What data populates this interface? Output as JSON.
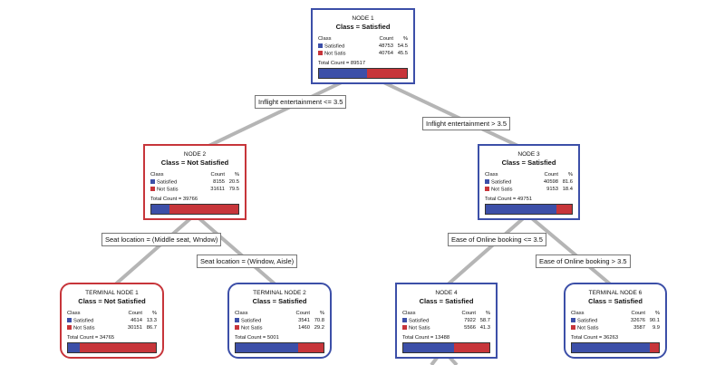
{
  "colors": {
    "satisfied": "#3c4fa8",
    "not_satisfied": "#c7353a",
    "edge": "#b5b5b5"
  },
  "table_header": {
    "class": "Class",
    "count": "Count",
    "pct": "%"
  },
  "nodes": {
    "n1": {
      "title": "NODE 1",
      "class_label": "Class = Satisfied",
      "rows": [
        {
          "label": "Satisfied",
          "count": "48753",
          "pct": "54.5"
        },
        {
          "label": "Not Satis",
          "count": "40764",
          "pct": "45.5"
        }
      ],
      "total": "Total Count = 89517",
      "fraction_satisfied": 0.545
    },
    "n2": {
      "title": "NODE 2",
      "class_label": "Class = Not Satisfied",
      "rows": [
        {
          "label": "Satisfied",
          "count": "8155",
          "pct": "20.5"
        },
        {
          "label": "Not Satis",
          "count": "31611",
          "pct": "79.5"
        }
      ],
      "total": "Total Count = 39766",
      "fraction_satisfied": 0.205
    },
    "n3": {
      "title": "NODE 3",
      "class_label": "Class = Satisfied",
      "rows": [
        {
          "label": "Satisfied",
          "count": "40598",
          "pct": "81.6"
        },
        {
          "label": "Not Satis",
          "count": "9153",
          "pct": "18.4"
        }
      ],
      "total": "Total Count = 49751",
      "fraction_satisfied": 0.816
    },
    "t1": {
      "title": "TERMINAL NODE 1",
      "class_label": "Class = Not Satisfied",
      "rows": [
        {
          "label": "Satisfied",
          "count": "4614",
          "pct": "13.3"
        },
        {
          "label": "Not Satis",
          "count": "30151",
          "pct": "86.7"
        }
      ],
      "total": "Total Count = 34765",
      "fraction_satisfied": 0.133
    },
    "t2": {
      "title": "TERMINAL NODE 2",
      "class_label": "Class = Satisfied",
      "rows": [
        {
          "label": "Satisfied",
          "count": "3541",
          "pct": "70.8"
        },
        {
          "label": "Not Satis",
          "count": "1460",
          "pct": "29.2"
        }
      ],
      "total": "Total Count = 5001",
      "fraction_satisfied": 0.708
    },
    "n4": {
      "title": "NODE 4",
      "class_label": "Class = Satisfied",
      "rows": [
        {
          "label": "Satisfied",
          "count": "7922",
          "pct": "58.7"
        },
        {
          "label": "Not Satis",
          "count": "5566",
          "pct": "41.3"
        }
      ],
      "total": "Total Count = 13488",
      "fraction_satisfied": 0.587
    },
    "t6": {
      "title": "TERMINAL NODE 6",
      "class_label": "Class = Satisfied",
      "rows": [
        {
          "label": "Satisfied",
          "count": "32676",
          "pct": "90.1"
        },
        {
          "label": "Not Satis",
          "count": "3587",
          "pct": "9.9"
        }
      ],
      "total": "Total Count = 36263",
      "fraction_satisfied": 0.901
    }
  },
  "splits": {
    "s1_left": "Inflight entertainment <= 3.5",
    "s1_right": "Inflight entertainment > 3.5",
    "s2_left": "Seat location = (Middle seat, Wndow)",
    "s2_right": "Seat location = (Window, Aisle)",
    "s3_left": "Ease of Online booking <= 3.5",
    "s3_right": "Ease of Online booking > 3.5"
  }
}
